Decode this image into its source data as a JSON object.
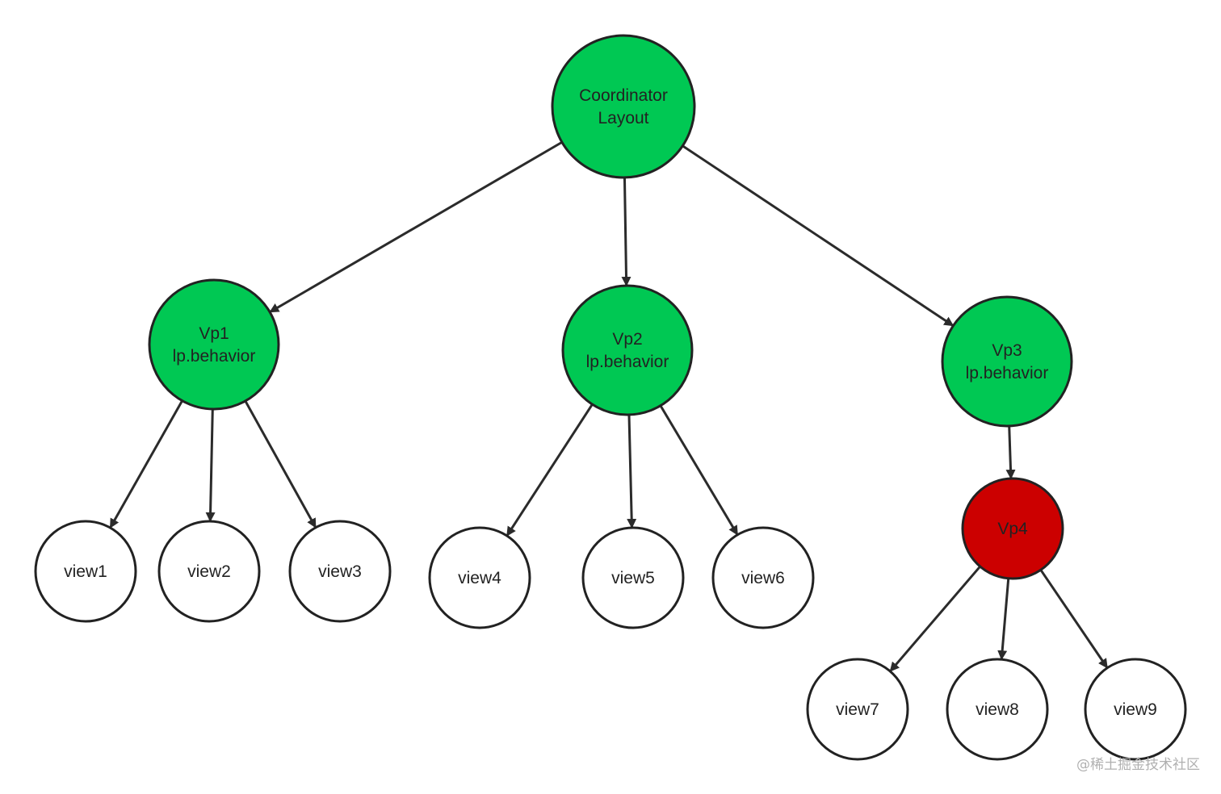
{
  "colors": {
    "edge": "#2b2b2b",
    "node_stroke": "#222222",
    "green_fill": "#00c853",
    "red_fill": "#cc0000",
    "white_fill": "#ffffff"
  },
  "nodes": {
    "root": {
      "lines": [
        "Coordinator",
        "Layout"
      ],
      "fill": "#00c853"
    },
    "vp1": {
      "lines": [
        "Vp1",
        "lp.behavior"
      ],
      "fill": "#00c853"
    },
    "vp2": {
      "lines": [
        "Vp2",
        "lp.behavior"
      ],
      "fill": "#00c853"
    },
    "vp3": {
      "lines": [
        "Vp3",
        "lp.behavior"
      ],
      "fill": "#00c853"
    },
    "vp4": {
      "lines": [
        "Vp4"
      ],
      "fill": "#cc0000"
    },
    "view1": {
      "lines": [
        "view1"
      ],
      "fill": "#ffffff"
    },
    "view2": {
      "lines": [
        "view2"
      ],
      "fill": "#ffffff"
    },
    "view3": {
      "lines": [
        "view3"
      ],
      "fill": "#ffffff"
    },
    "view4": {
      "lines": [
        "view4"
      ],
      "fill": "#ffffff"
    },
    "view5": {
      "lines": [
        "view5"
      ],
      "fill": "#ffffff"
    },
    "view6": {
      "lines": [
        "view6"
      ],
      "fill": "#ffffff"
    },
    "view7": {
      "lines": [
        "view7"
      ],
      "fill": "#ffffff"
    },
    "view8": {
      "lines": [
        "view8"
      ],
      "fill": "#ffffff"
    },
    "view9": {
      "lines": [
        "view9"
      ],
      "fill": "#ffffff"
    }
  },
  "edges": [
    [
      "root",
      "vp1"
    ],
    [
      "root",
      "vp2"
    ],
    [
      "root",
      "vp3"
    ],
    [
      "vp1",
      "view1"
    ],
    [
      "vp1",
      "view2"
    ],
    [
      "vp1",
      "view3"
    ],
    [
      "vp2",
      "view4"
    ],
    [
      "vp2",
      "view5"
    ],
    [
      "vp2",
      "view6"
    ],
    [
      "vp3",
      "vp4"
    ],
    [
      "vp4",
      "view7"
    ],
    [
      "vp4",
      "view8"
    ],
    [
      "vp4",
      "view9"
    ]
  ],
  "watermark": "@稀土掘金技术社区"
}
